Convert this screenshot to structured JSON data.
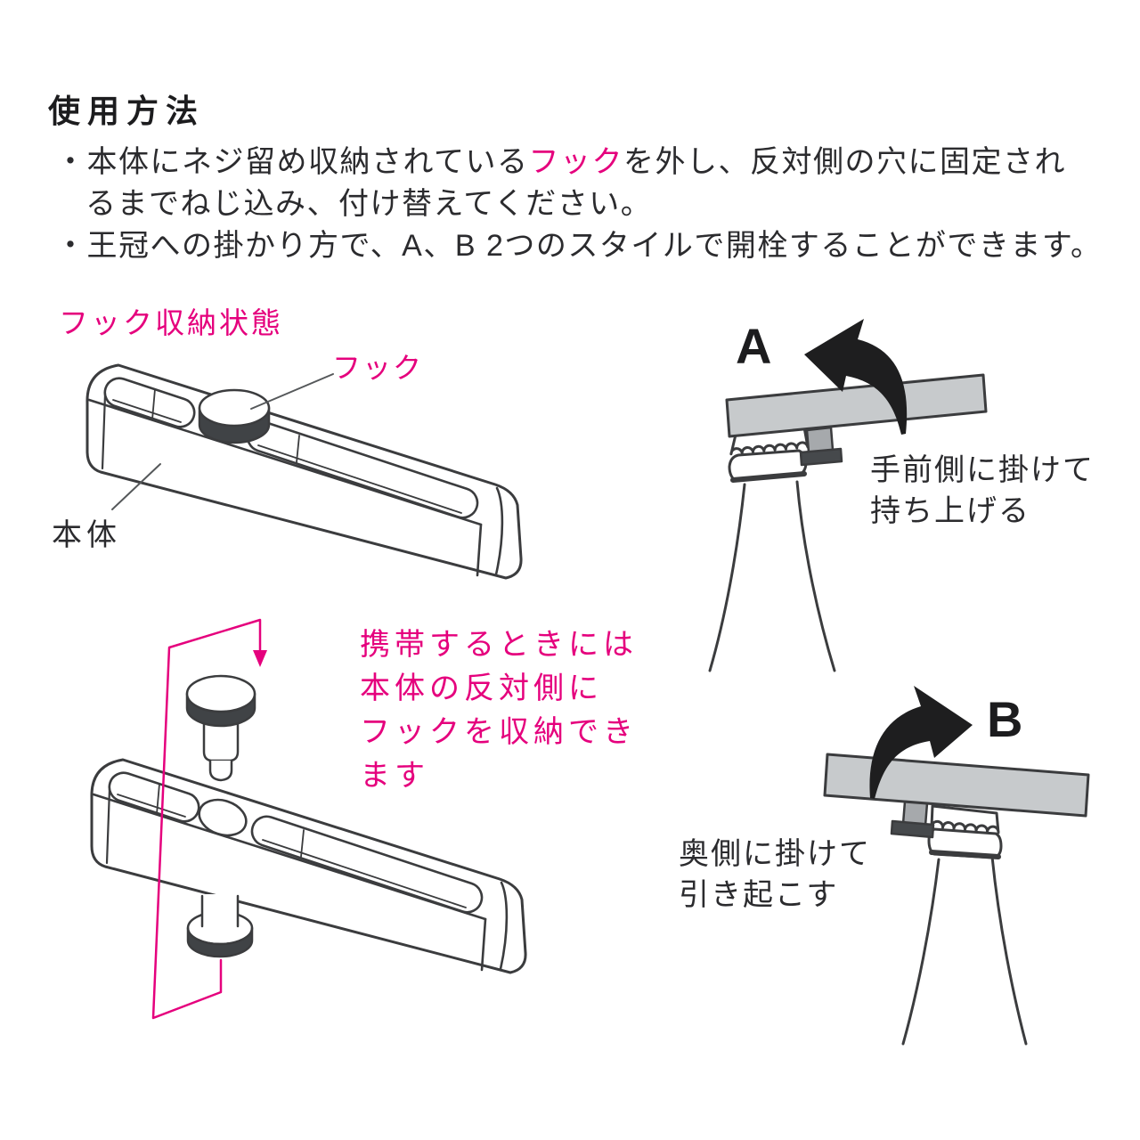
{
  "page": {
    "title": "使用方法"
  },
  "instructions": {
    "bullet_char": "・",
    "item1": {
      "pre": "本体にネジ留め収納されている",
      "highlight": "フック",
      "post": "を外し、反対側の穴に固定され",
      "line2": "るまでねじ込み、付け替えてください。"
    },
    "item2": "王冠への掛かり方で、A、B 2つのスタイルで開栓することができます。"
  },
  "stored_diagram": {
    "caption": "フック収納状態",
    "hook_label": "フック",
    "body_label": "本体"
  },
  "carry_note": {
    "line1": "携帯するときには",
    "line2": "本体の反対側に",
    "line3": "フックを収納でき",
    "line4": "ます"
  },
  "style_a": {
    "label": "A",
    "caption1": "手前側に掛けて",
    "caption2": "持ち上げる"
  },
  "style_b": {
    "label": "B",
    "caption1": "奥側に掛けて",
    "caption2": "引き起こす"
  },
  "colors": {
    "accent_pink": "#e5007d",
    "ink": "#222326",
    "outline": "#3b3c3e",
    "light_gray": "#c7cacc",
    "mid_gray": "#a6a9ac",
    "dark_gray": "#404346"
  }
}
